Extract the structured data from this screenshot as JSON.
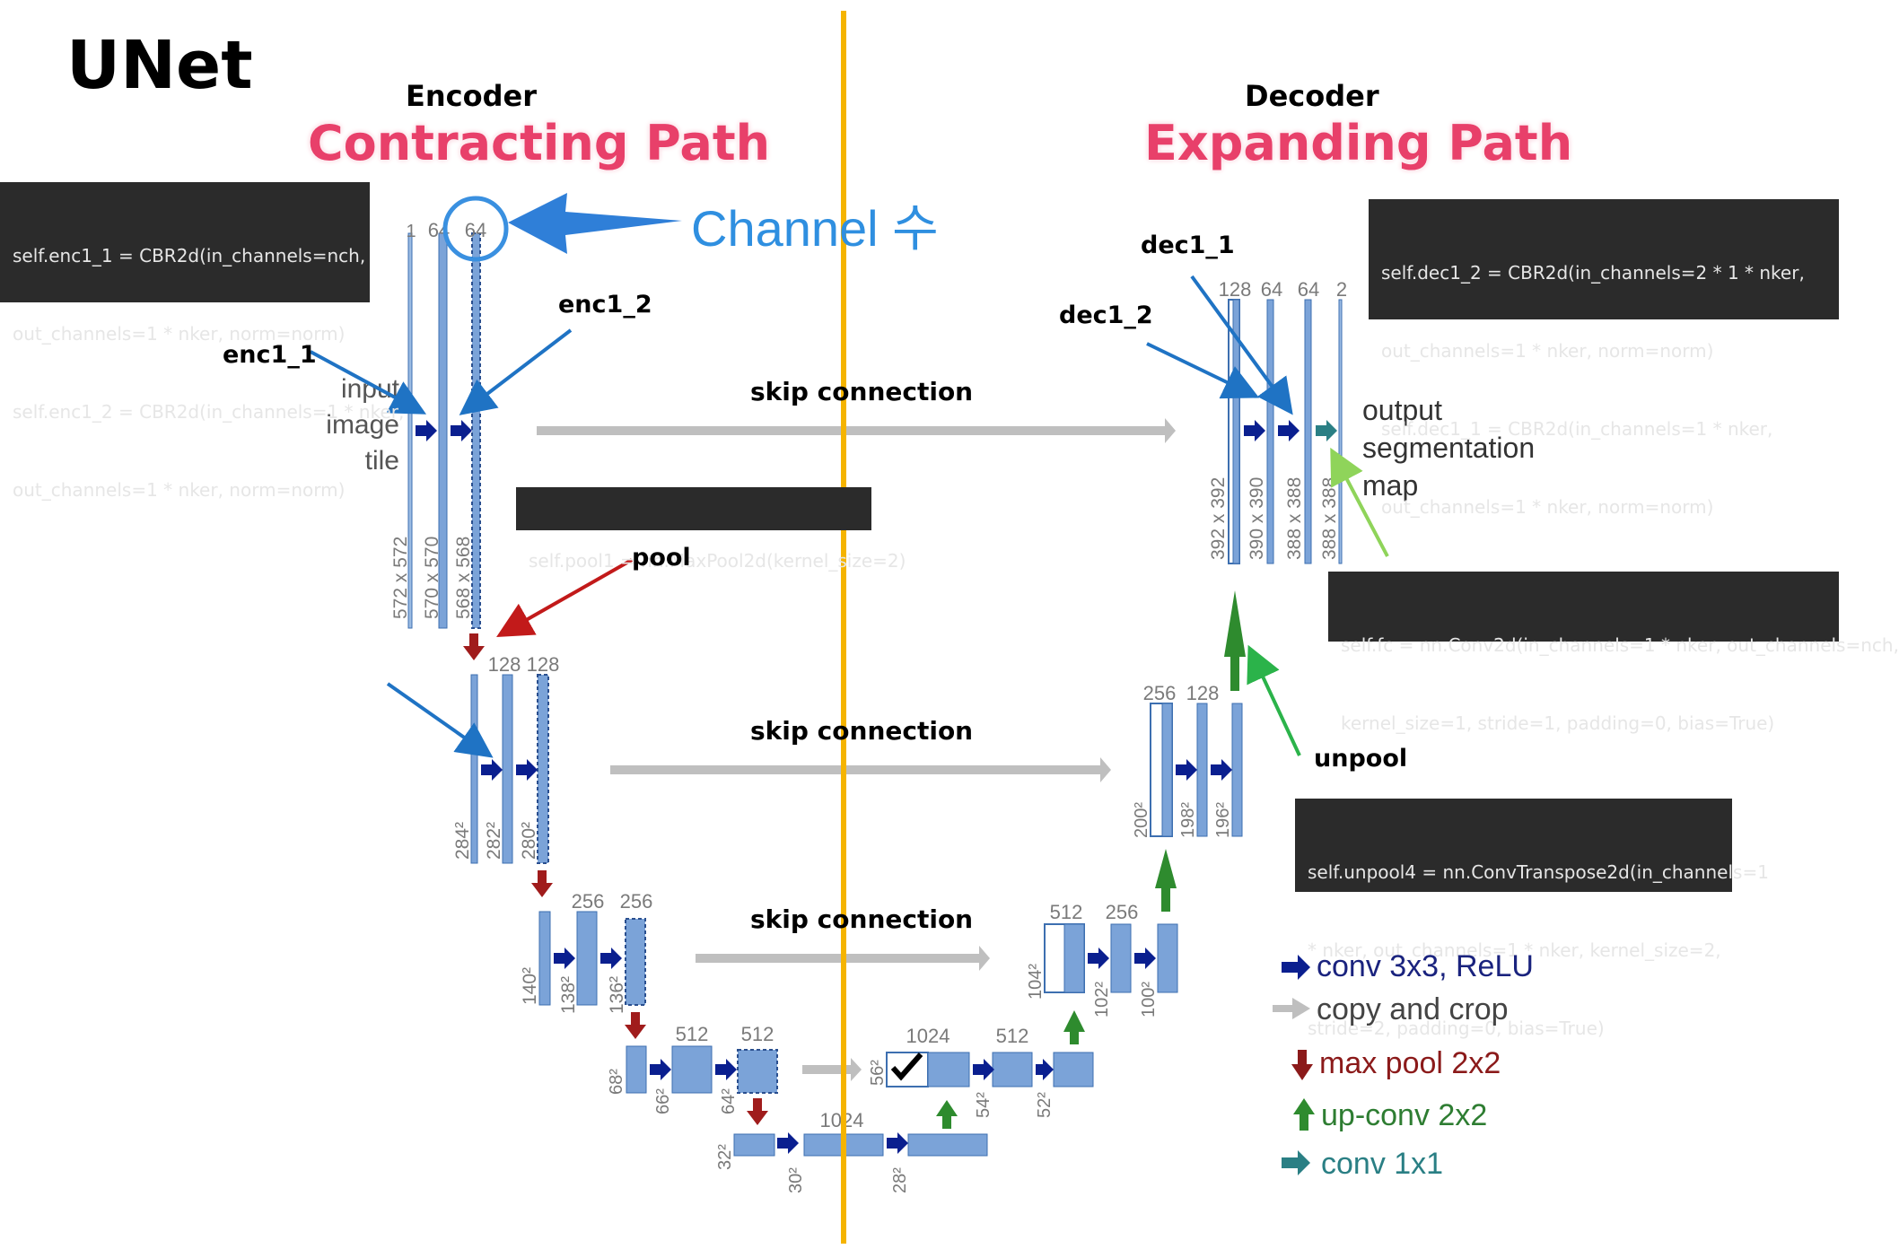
{
  "title": "UNet",
  "encoder": {
    "label": "Encoder",
    "path": "Contracting Path"
  },
  "decoder": {
    "label": "Decoder",
    "path": "Expanding Path"
  },
  "channel_note": "Channel 수",
  "code": {
    "enc1": [
      "self.enc1_1 = CBR2d(in_channels=nch,",
      "out_channels=1 * nker, norm=norm)",
      "self.enc1_2 = CBR2d(in_channels=1 * nker,",
      "out_channels=1 * nker, norm=norm)"
    ],
    "pool": "self.pool1 = nn.MaxPool2d(kernel_size=2)",
    "dec1": [
      "self.dec1_2 = CBR2d(in_channels=2 * 1 * nker,",
      "out_channels=1 * nker, norm=norm)",
      "self.dec1_1 = CBR2d(in_channels=1 * nker,",
      "out_channels=1 * nker, norm=norm)"
    ],
    "fc": [
      "self.fc = nn.Conv2d(in_channels=1 * nker, out_channels=nch,",
      "kernel_size=1, stride=1, padding=0, bias=True)"
    ],
    "unpool": [
      "self.unpool4 = nn.ConvTranspose2d(in_channels=1",
      "* nker, out_channels=1 * nker, kernel_size=2,",
      "stride=2, padding=0, bias=True)"
    ]
  },
  "annotations": {
    "enc1_1": "enc1_1",
    "enc1_2": "enc1_2",
    "pool": "pool",
    "dec1_1": "dec1_1",
    "dec1_2": "dec1_2",
    "unpool": "unpool"
  },
  "skip_label": "skip connection",
  "input_label": [
    "input",
    "image",
    "tile"
  ],
  "output_label": [
    "output",
    "segmentation",
    "map"
  ],
  "channels": {
    "l1": [
      "1",
      "64",
      "64"
    ],
    "l2": [
      "128",
      "128"
    ],
    "l3": [
      "256",
      "256"
    ],
    "l4": [
      "512",
      "512"
    ],
    "l5": "1024",
    "r4": [
      "1024",
      "512"
    ],
    "r3": [
      "512",
      "256"
    ],
    "r2": [
      "256",
      "128"
    ],
    "r1": [
      "128",
      "64",
      "64",
      "2"
    ]
  },
  "sizes": {
    "l1": [
      "572 x 572",
      "570 x 570",
      "568 x 568"
    ],
    "l2": [
      "284²",
      "282²",
      "280²"
    ],
    "l3": [
      "140²",
      "138²",
      "136²"
    ],
    "l4": [
      "68²",
      "66²",
      "64²"
    ],
    "l5": [
      "32²",
      "30²",
      "28²"
    ],
    "r4": [
      "56²",
      "54²",
      "52²"
    ],
    "r3": [
      "104²",
      "102²",
      "100²"
    ],
    "r2": [
      "200²",
      "198²",
      "196²"
    ],
    "r1": [
      "392 x 392",
      "390 x 390",
      "388 x 388",
      "388 x 388"
    ]
  },
  "legend": [
    {
      "label": "conv 3x3, ReLU",
      "color": "#1a237e"
    },
    {
      "label": "copy and crop",
      "color": "#444444"
    },
    {
      "label": "max pool 2x2",
      "color": "#8b1a1a"
    },
    {
      "label": "up-conv 2x2",
      "color": "#2e7d32"
    },
    {
      "label": "conv 1x1",
      "color": "#2a7f84"
    }
  ],
  "colors": {
    "block": "#7ba3d8",
    "block_edge": "#3d6fb0",
    "conv": "#0a1f8f",
    "pool": "#a01c1c",
    "up": "#2e8b2e",
    "skip": "#bfbfbf",
    "divider": "#f5b400",
    "accent_blue": "#1f73c4"
  }
}
